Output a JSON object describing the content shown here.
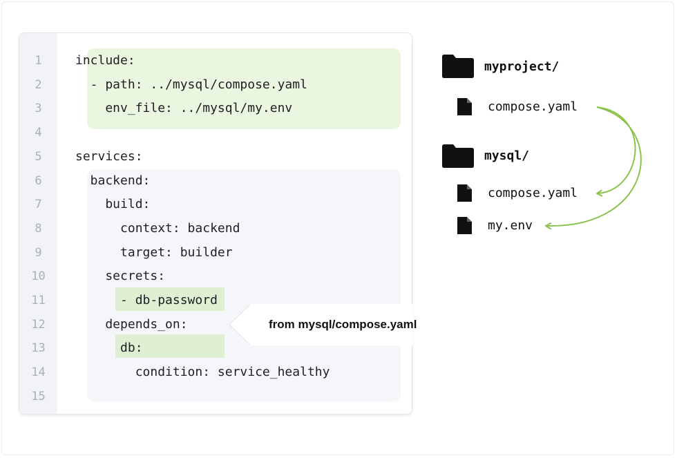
{
  "editor": {
    "line_numbers": [
      "1",
      "2",
      "3",
      "4",
      "5",
      "6",
      "7",
      "8",
      "9",
      "10",
      "11",
      "12",
      "13",
      "14",
      "15"
    ],
    "lines": [
      "include:",
      "  - path: ../mysql/compose.yaml",
      "    env_file: ../mysql/my.env",
      "",
      "services:",
      "  backend:",
      "    build:",
      "      context: backend",
      "      target: builder",
      "    secrets:",
      "      - db-password",
      "    depends_on:",
      "      db:",
      "        condition: service_healthy",
      ""
    ]
  },
  "callout": {
    "text": "from mysql/compose.yaml"
  },
  "tree": {
    "root_folder": "myproject/",
    "root_file": "compose.yaml",
    "sub_folder": "mysql/",
    "sub_files": [
      "compose.yaml",
      "my.env"
    ]
  },
  "colors": {
    "include_highlight": "#eaf6e0",
    "services_highlight": "#f4f6f9",
    "token_highlight": "#dff0d2",
    "arrow": "#8bc34a",
    "icon": "#111111"
  },
  "icons": [
    "folder-icon",
    "file-icon"
  ]
}
